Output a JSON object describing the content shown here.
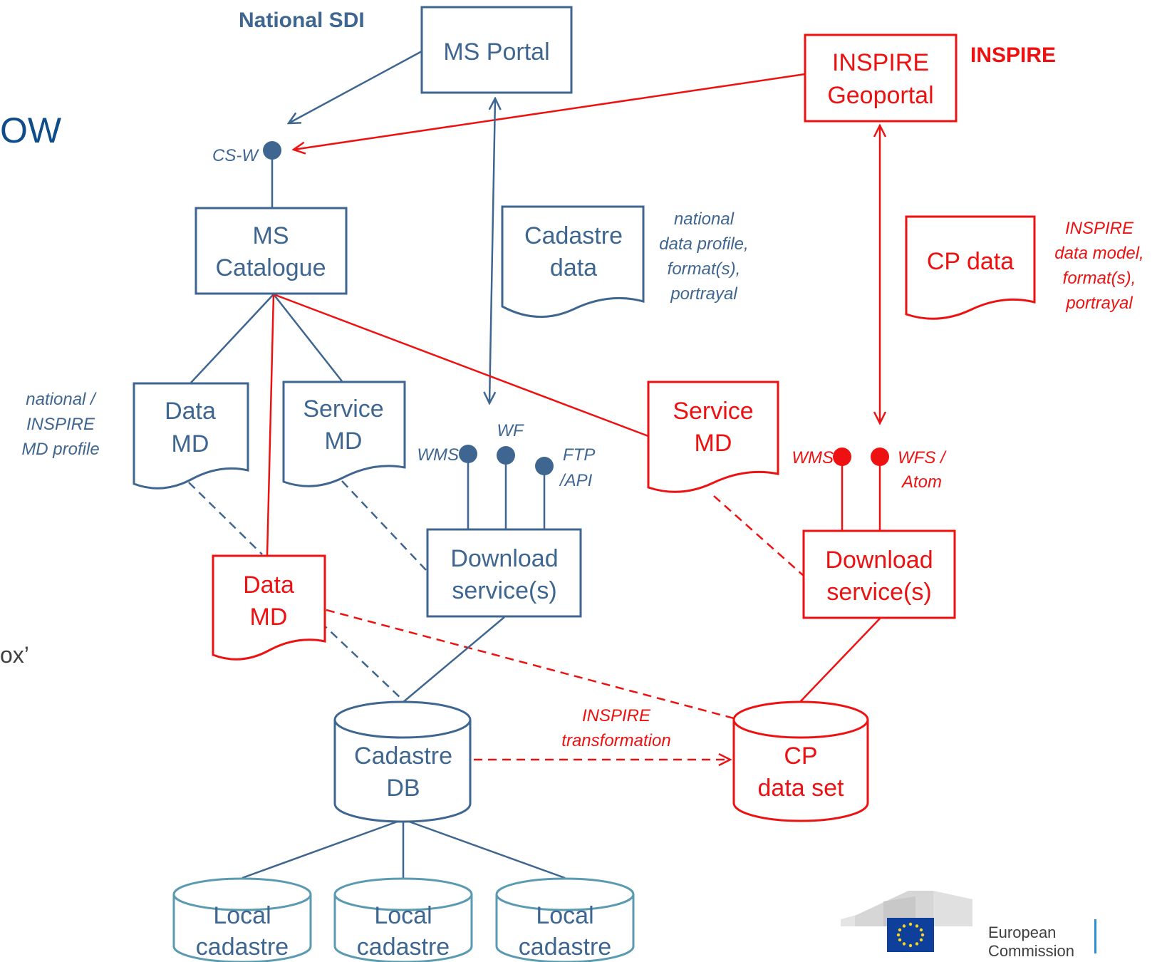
{
  "colors": {
    "national": "#3E6690",
    "inspire": "#EE1111",
    "local": "#5A9AB2",
    "eu_blue": "#0E3F9A",
    "eu_yellow": "#FFD617"
  },
  "headings": {
    "national": "National SDI",
    "inspire": "INSPIRE"
  },
  "partial_text": {
    "title_fragment": "OW",
    "body_fragment": "ox’"
  },
  "boxes": {
    "ms_portal": "MS Portal",
    "inspire_geoportal": [
      "INSPIRE",
      "Geoportal"
    ],
    "ms_catalogue": [
      "MS",
      "Catalogue"
    ],
    "national_download": [
      "Download",
      "service(s)"
    ],
    "inspire_download": [
      "Download",
      "service(s)"
    ]
  },
  "documents": {
    "cadastre_data": [
      "Cadastre",
      "data"
    ],
    "cp_data": "CP data",
    "national_data_md": [
      "Data",
      "MD"
    ],
    "national_service_md": [
      "Service",
      "MD"
    ],
    "inspire_data_md": [
      "Data",
      "MD"
    ],
    "inspire_service_md": [
      "Service",
      "MD"
    ]
  },
  "databases": {
    "cadastre_db": [
      "Cadastre",
      "DB"
    ],
    "cp_data_set": [
      "CP",
      "data set"
    ],
    "local": [
      [
        "Local",
        "cadastre"
      ],
      [
        "Local",
        "cadastre"
      ],
      [
        "Local",
        "cadastre"
      ]
    ]
  },
  "annotations": {
    "national_profile": [
      "national",
      "data profile,",
      "format(s),",
      "portrayal"
    ],
    "inspire_model": [
      "INSPIRE",
      "data model,",
      "format(s),",
      "portrayal"
    ],
    "md_profile": [
      "national /",
      "INSPIRE",
      "MD profile"
    ],
    "transformation": [
      "INSPIRE",
      "transformation"
    ]
  },
  "interfaces": {
    "csw": "CS-W",
    "national_wms": "WMS",
    "national_wf": "WF",
    "national_ftp": [
      "FTP",
      "/API"
    ],
    "inspire_wms": "WMS",
    "inspire_wfs": [
      "WFS /",
      "Atom"
    ]
  },
  "logo": {
    "line1": "European",
    "line2": "Commission"
  }
}
